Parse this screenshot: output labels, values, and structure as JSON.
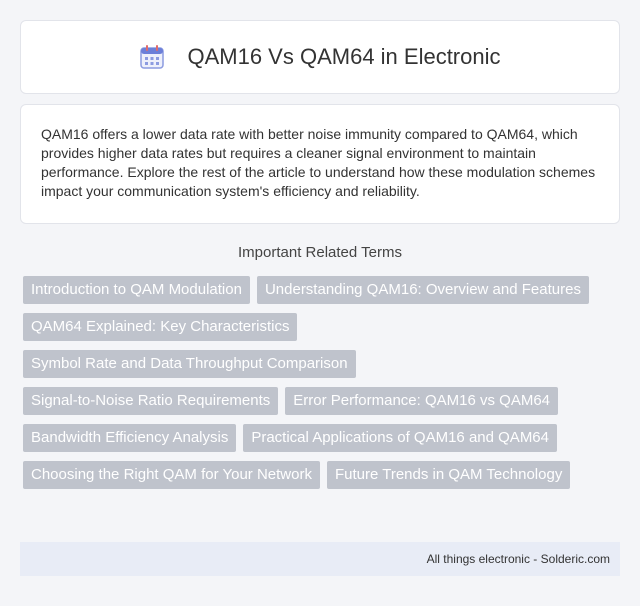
{
  "header": {
    "title": "QAM16 Vs QAM64 in Electronic",
    "icon": "calendar-icon"
  },
  "description": "QAM16 offers a lower data rate with better noise immunity compared to QAM64, which provides higher data rates but requires a cleaner signal environment to maintain performance. Explore the rest of the article to understand how these modulation schemes impact your communication system's efficiency and reliability.",
  "related": {
    "heading": "Important Related Terms",
    "terms": [
      "Introduction to QAM Modulation",
      "Understanding QAM16: Overview and Features",
      "QAM64 Explained: Key Characteristics",
      "Symbol Rate and Data Throughput Comparison",
      "Signal-to-Noise Ratio Requirements",
      "Error Performance: QAM16 vs QAM64",
      "Bandwidth Efficiency Analysis",
      "Practical Applications of QAM16 and QAM64",
      "Choosing the Right QAM for Your Network",
      "Future Trends in QAM Technology"
    ]
  },
  "footer": {
    "text": "All things electronic - Solderic.com"
  },
  "colors": {
    "tag_bg": "#bfc3cc",
    "footer_bg": "#e8ecf6",
    "icon_accent": "#6c7fd8"
  }
}
